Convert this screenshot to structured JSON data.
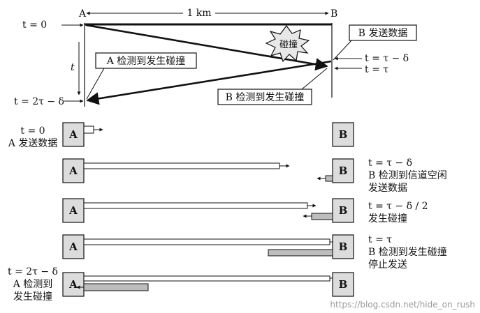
{
  "colors": {
    "line": "#111111",
    "node_fill": "#dcdcdc",
    "signal_b": "#bdbdbd",
    "explosion": "#e8e8e8",
    "watermark": "#9a9a9a"
  },
  "top": {
    "node_a": "A",
    "node_b": "B",
    "distance": "1 km",
    "t0": "t = 0",
    "t_axis": "t",
    "t2": "t = 2τ − δ",
    "collision": "碰撞",
    "b_send": "B 发送数据",
    "a_detect": "A 检测到发生碰撞",
    "b_detect": "B 检测到发生碰撞",
    "tb1": "t = τ − δ",
    "tb2": "t = τ"
  },
  "steps": [
    {
      "node_a": "A",
      "node_b": "B",
      "left_lines": [
        "t = 0",
        "A 发送数据"
      ],
      "right_lines": []
    },
    {
      "node_a": "A",
      "node_b": "B",
      "left_lines": [],
      "right_lines": [
        "t = τ − δ",
        "B 检测到信道空闲",
        "发送数据"
      ]
    },
    {
      "node_a": "A",
      "node_b": "B",
      "left_lines": [],
      "right_lines": [
        "t = τ − δ / 2",
        "发生碰撞"
      ]
    },
    {
      "node_a": "A",
      "node_b": "B",
      "left_lines": [],
      "right_lines": [
        "t = τ",
        "B 检测到发生碰撞",
        "停止发送"
      ]
    },
    {
      "node_a": "A",
      "node_b": "B",
      "left_lines": [
        "t = 2τ − δ",
        "A 检测到",
        "发生碰撞"
      ],
      "right_lines": []
    }
  ],
  "watermark": "https://blog.csdn.net/hide_on_rush"
}
